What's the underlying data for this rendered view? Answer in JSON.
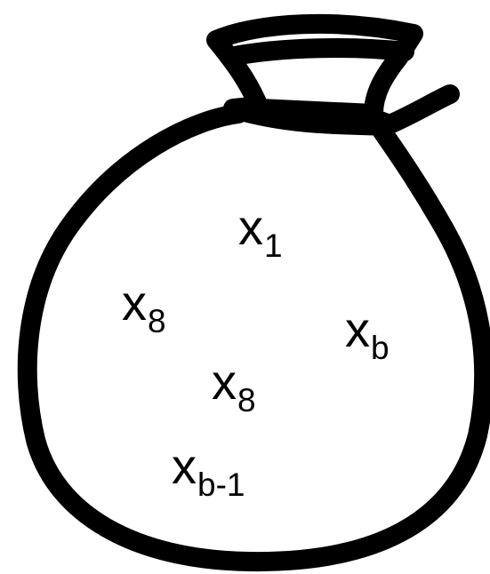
{
  "bag": {
    "icon": "bag-icon",
    "elements": [
      {
        "base": "x",
        "sub": "1"
      },
      {
        "base": "x",
        "sub": "8"
      },
      {
        "base": "x",
        "sub": "b"
      },
      {
        "base": "x",
        "sub": "8"
      },
      {
        "base": "x",
        "sub": "b-1"
      }
    ]
  }
}
